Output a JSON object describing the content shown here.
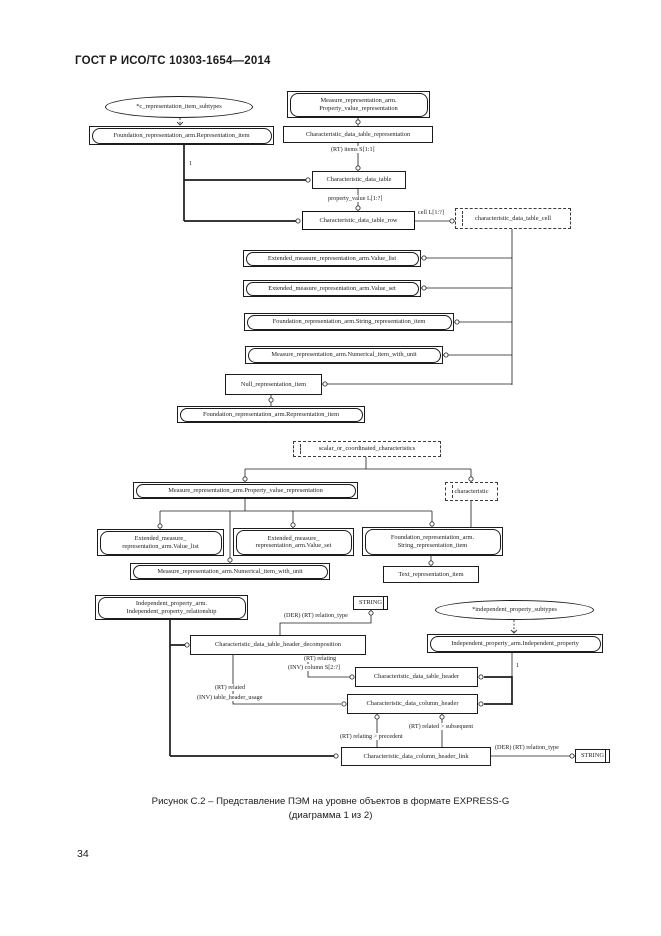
{
  "page": {
    "header": "ГОСТ Р ИСО/ТС 10303-1654—2014",
    "page_number": "34",
    "caption": {
      "line1": "Рисунок С.2 – Представление ПЭМ на уровне объектов в формате EXPRESS-G",
      "line2": "(диаграмма 1 из 2)"
    }
  },
  "diagram": {
    "colors": {
      "ink": "#1c1c1c",
      "background": "#ffffff"
    },
    "nodes": {
      "c_representation_item_subtypes": {
        "label": "*c_representation_item_subtypes"
      },
      "measure_pvr_top": {
        "line1": "Measure_representation_arm.",
        "line2": "Property_value_representation"
      },
      "foundation_rep_item_top": {
        "label": "Foundation_representation_arm.Representation_item"
      },
      "cdt_representation": {
        "label": "Characteristic_data_table_representation"
      },
      "cdt": {
        "label": "Characteristic_data_table"
      },
      "cdt_row": {
        "label": "Characteristic_data_table_row"
      },
      "cdt_cell": {
        "label": "characteristic_data_table_cell"
      },
      "value_list": {
        "label": "Extended_measure_representation_arm.Value_list"
      },
      "value_set": {
        "label": "Extended_measure_representation_arm.Value_set"
      },
      "string_rep_item": {
        "label": "Foundation_representation_arm.String_representation_item"
      },
      "numerical_item": {
        "label": "Measure_representation_arm.Numerical_item_with_unit"
      },
      "null_rep_item": {
        "label": "Null_representation_item"
      },
      "foundation_rep_item_mid": {
        "label": "Foundation_representation_arm.Representation_item"
      },
      "scalar_or_coordinated": {
        "label": "scalar_or_coordinated_characteristics"
      },
      "measure_pvr_mid": {
        "label": "Measure_representation_arm.Property_value_representation"
      },
      "characteristic": {
        "label": "characteristic"
      },
      "value_list2": {
        "line1": "Extended_measure_",
        "line2": "representation_arm.Value_list"
      },
      "value_set2": {
        "line1": "Extended_measure_",
        "line2": "representation_arm.Value_set"
      },
      "string_rep_item2": {
        "line1": "Foundation_representation_arm.",
        "line2": "String_representation_item"
      },
      "numerical_item2": {
        "label": "Measure_representation_arm.Numerical_item_with_unit"
      },
      "text_rep_item": {
        "label": "Text_representation_item"
      },
      "ipr": {
        "line1": "Independent_property_arm.",
        "line2": "Independent_property_relationship"
      },
      "string1": {
        "label": "STRING"
      },
      "header_decomposition": {
        "label": "Characteristic_data_table_header_decomposition"
      },
      "independent_property_subtypes": {
        "label": "*independent_property_subtypes"
      },
      "independent_property": {
        "label": "Independent_property_arm.Independent_property"
      },
      "table_header": {
        "label": "Characteristic_data_table_header"
      },
      "column_header": {
        "label": "Characteristic_data_column_header"
      },
      "column_header_link": {
        "label": "Characteristic_data_column_header_link"
      },
      "string2": {
        "label": "STRING"
      }
    },
    "edge_labels": {
      "items": "(RT) items S[1:1]",
      "property_value": "property_value L[1:?]",
      "cell": "cell L[1:?]",
      "one_a": "1",
      "one_b": "1",
      "der_relation_type_1": "(DER) (RT) relation_type",
      "der_relation_type_2": "(DER) (RT) relation_type",
      "rt_relating": "(RT) relating",
      "inv_column": "(INV) column S[2:?]",
      "rt_related": "(RT) related",
      "inv_table_header_usage": "(INV) table_header_usage",
      "related_subsequent": "(RT) related > subsequent",
      "relating_precedent": "(RT) relating > precedent"
    }
  }
}
